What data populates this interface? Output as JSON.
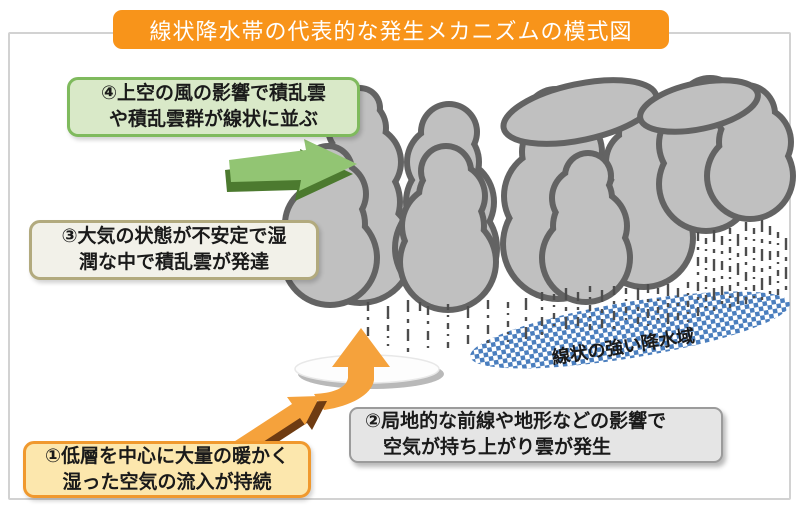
{
  "title": "線状降水帯の代表的な発生メカニズムの模式図",
  "steps": {
    "step1": {
      "line1": "①低層を中心に大量の暖かく",
      "line2": "湿った空気の流入が持続"
    },
    "step2": {
      "line1": "②局地的な前線や地形などの影響で",
      "line2": "空気が持ち上がり雲が発生"
    },
    "step3": {
      "line1": "③大気の状態が不安定で湿",
      "line2": "潤な中で積乱雲が発達"
    },
    "step4": {
      "line1": "④上空の風の影響で積乱雲",
      "line2": "や積乱雲群が線状に並ぶ"
    }
  },
  "annotations": {
    "precipitation_area": "線状の強い降水域"
  },
  "colors": {
    "title_bg": "#F8941A",
    "title_text": "#FFFFFF",
    "step4_bg": "#D9E9C8",
    "step4_border": "#7FBA5D",
    "step3_bg": "#F2F1E9",
    "step3_border": "#B2AA7E",
    "step2_bg": "#E5E5E5",
    "step2_border": "#9B9B9B",
    "step1_bg": "#FCE7AD",
    "step1_border": "#F0992E",
    "cloud_fill": "#C0C0C0",
    "cloud_outline": "#636363",
    "rain": "#4D4D4D",
    "precipitation_blue": "#4A7EBE",
    "wind_arrow_green": "#92C573",
    "wind_arrow_green_dark": "#4C7A2F",
    "inflow_arrow_orange": "#F5A23C",
    "inflow_arrow_shadow": "#6E3B12"
  }
}
